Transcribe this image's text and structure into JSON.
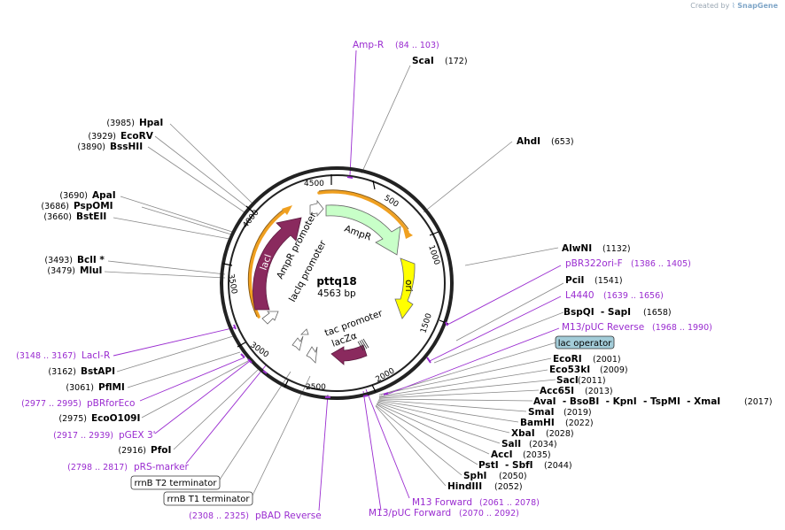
{
  "credit": {
    "prefix": "Created by",
    "brand": "SnapGene"
  },
  "plasmid": {
    "name": "pttq18",
    "size": "4563 bp"
  },
  "colors": {
    "backbone": "#222222",
    "enzyme_line": "#888888",
    "primer": "#9a2cd0",
    "ampR": "#c8ffc8",
    "ori": "#ffff00",
    "lacI": "#8a2a5e",
    "lacZa": "#8a2a5e",
    "promoter": "#ffffff",
    "orf_arrow": "#f0a020",
    "lac_operator_fill": "#a3ccd8"
  },
  "ticks": [
    "4500",
    "500",
    "1000",
    "1500",
    "2000",
    "2500",
    "3000",
    "3500",
    "4000"
  ],
  "features": {
    "ampR": "AmpR",
    "ori": "ori",
    "lacI": "lacI",
    "lacZa": "lacZα",
    "ampR_promoter": "AmpR promoter",
    "lacIq_promoter": "lacIq promoter",
    "tac_promoter": "tac promoter"
  },
  "right_enzymes": [
    {
      "name": "ScaI",
      "pos": "(172)"
    },
    {
      "name": "AhdI",
      "pos": "(653)"
    },
    {
      "name": "AlwNI",
      "pos": "(1132)"
    },
    {
      "name": "PciI",
      "pos": "(1541)"
    },
    {
      "name": "BspQI  - SapI",
      "pos": "(1658)"
    },
    {
      "name": "EcoRI",
      "pos": "(2001)"
    },
    {
      "name": "Eco53kI",
      "pos": "(2009)"
    },
    {
      "name": "SacI",
      "pos": "(2011)"
    },
    {
      "name": "Acc65I",
      "pos": "(2013)"
    },
    {
      "name": "AvaI  - BsoBI  - KpnI  - TspMI  - XmaI",
      "pos": "(2017)"
    },
    {
      "name": "SmaI",
      "pos": "(2019)"
    },
    {
      "name": "BamHI",
      "pos": "(2022)"
    },
    {
      "name": "XbaI",
      "pos": "(2028)"
    },
    {
      "name": "SalI",
      "pos": "(2034)"
    },
    {
      "name": "AccI",
      "pos": "(2035)"
    },
    {
      "name": "PstI  - SbfI",
      "pos": "(2044)"
    },
    {
      "name": "SphI",
      "pos": "(2050)"
    },
    {
      "name": "HindIII",
      "pos": "(2052)"
    }
  ],
  "left_enzymes": [
    {
      "name": "HpaI",
      "pos": "(3985)"
    },
    {
      "name": "EcoRV",
      "pos": "(3929)"
    },
    {
      "name": "BssHII",
      "pos": "(3890)"
    },
    {
      "name": "ApaI",
      "pos": "(3690)"
    },
    {
      "name": "PspOMI",
      "pos": "(3686)"
    },
    {
      "name": "BstEII",
      "pos": "(3660)"
    },
    {
      "name": "BclI *",
      "pos": "(3493)"
    },
    {
      "name": "MluI",
      "pos": "(3479)"
    },
    {
      "name": "BstAPI",
      "pos": "(3162)"
    },
    {
      "name": "PflMI",
      "pos": "(3061)"
    },
    {
      "name": "EcoO109I",
      "pos": "(2975)"
    },
    {
      "name": "PfoI",
      "pos": "(2916)"
    }
  ],
  "primers": [
    {
      "name": "Amp-R",
      "pos": "(84 .. 103)"
    },
    {
      "name": "pBR322ori-F",
      "pos": "(1386 .. 1405)"
    },
    {
      "name": "L4440",
      "pos": "(1639 .. 1656)"
    },
    {
      "name": "M13/pUC Reverse",
      "pos": "(1968 .. 1990)"
    },
    {
      "name": "M13 Forward",
      "pos": "(2061 .. 2078)"
    },
    {
      "name": "M13/pUC Forward",
      "pos": "(2070 .. 2092)"
    },
    {
      "name": "pBAD Reverse",
      "pos": "(2308 .. 2325)"
    },
    {
      "name": "pRS-marker",
      "pos": "(2798 .. 2817)"
    },
    {
      "name": "pGEX 3'",
      "pos": "(2917 .. 2939)"
    },
    {
      "name": "pBRforEco",
      "pos": "(2977 .. 2995)"
    },
    {
      "name": "LacI-R",
      "pos": "(3148 .. 3167)"
    }
  ],
  "boxed_features": {
    "lac_operator": "lac operator",
    "rrnB_T2": "rrnB T2 terminator",
    "rrnB_T1": "rrnB T1 terminator"
  }
}
